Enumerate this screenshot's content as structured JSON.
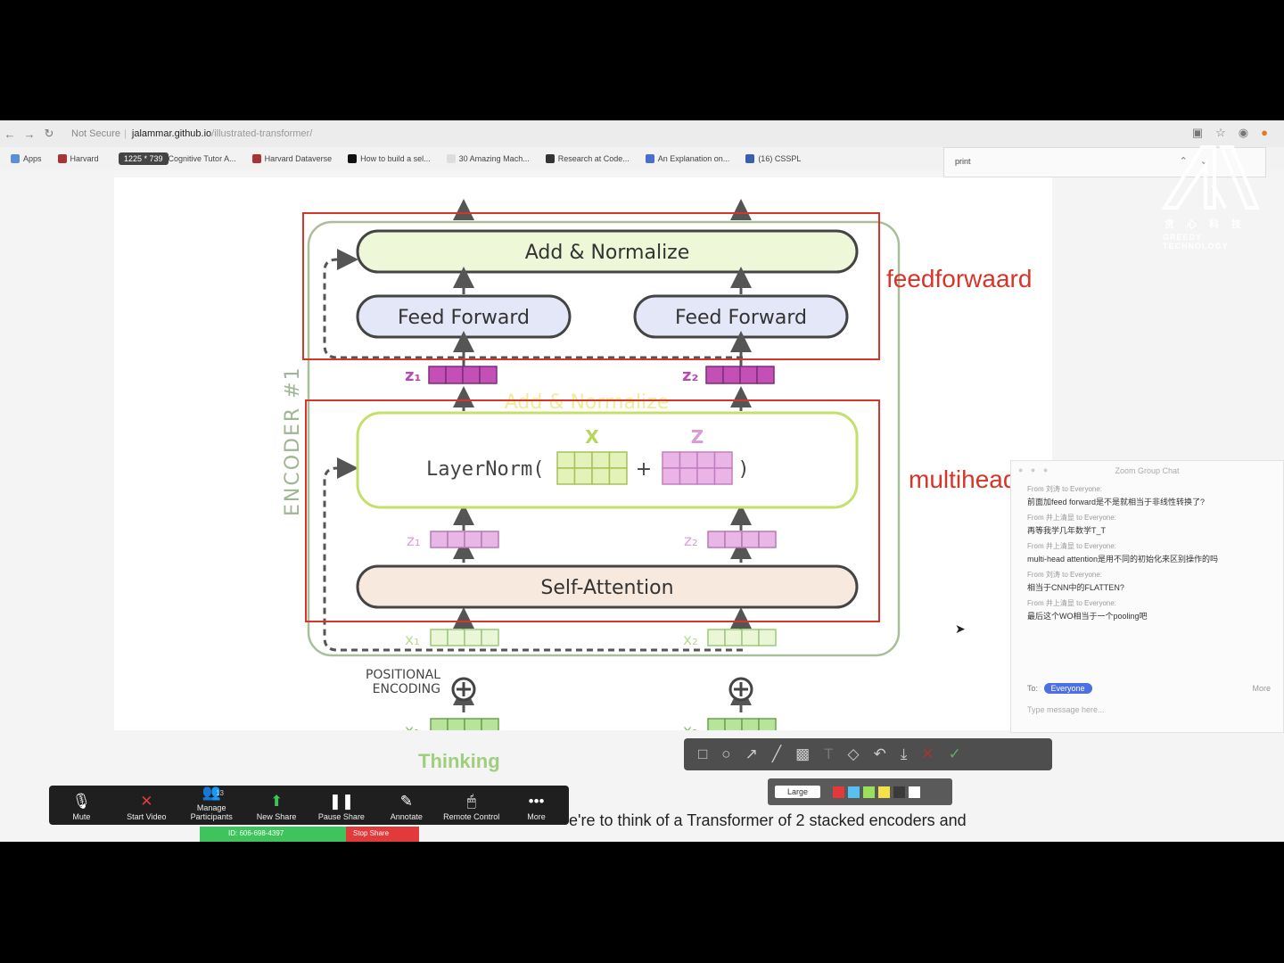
{
  "browser": {
    "security": "Not Secure",
    "host": "jalammar.github.io",
    "path": "/illustrated-transformer/",
    "dims_tooltip": "1225 * 739",
    "bookmarks": [
      "Apps",
      "Harvard",
      "Cognitive Tutor A...",
      "Harvard Dataverse",
      "How to build a sel...",
      "30 Amazing Mach...",
      "Research at Code...",
      "An Explanation on...",
      "(16) CSSPL"
    ],
    "find_text": "print"
  },
  "diagram": {
    "encoder_label": "ENCODER #1",
    "add_normalize_top": "Add & Normalize",
    "feed_forward_1": "Feed Forward",
    "feed_forward_2": "Feed Forward",
    "add_normalize_faded": "Add & Normalize",
    "layernorm": "LayerNorm(",
    "layernorm_close": ")",
    "plus": "+",
    "x_label": "X",
    "z_label": "Z",
    "self_attention": "Self-Attention",
    "z1": "z₁",
    "z2": "z₂",
    "x1": "x₁",
    "x2": "x₂",
    "positional_1": "POSITIONAL",
    "positional_2": "ENCODING",
    "annotation_feedforward": "feedforwaard",
    "annotation_multihead": "multihead",
    "thinking": "Thinking"
  },
  "logo": {
    "cn": "贪心科技",
    "en": "GREEDY TECHNOLOGY"
  },
  "chat": {
    "title": "Zoom Group Chat",
    "messages": [
      {
        "from": "From 刘涛 to Everyone:",
        "text": "前面加feed forward是不是就相当于非线性转换了?"
      },
      {
        "from": "From 井上清显 to Everyone:",
        "text": "再等我学几年数学T_T"
      },
      {
        "from": "From 井上清显 to Everyone:",
        "text": "multi-head attention是用不同的初始化来区别操作的吗"
      },
      {
        "from": "From 刘涛 to Everyone:",
        "text": "相当于CNN中的FLATTEN?"
      },
      {
        "from": "From 井上清显 to Everyone:",
        "text": "最后这个WO相当于一个pooling吧"
      }
    ],
    "to_label": "To:",
    "to_value": "Everyone",
    "more": "More",
    "placeholder": "Type message here..."
  },
  "annot_palette": {
    "size": "Large",
    "colors": [
      "#e23a3a",
      "#58c0f0",
      "#9be05a",
      "#f5e04a",
      "#3a3a3a",
      "#ffffff"
    ]
  },
  "zoom": {
    "buttons": [
      "Mute",
      "Start Video",
      "Manage Participants",
      "New Share",
      "Pause Share",
      "Annotate",
      "Remote Control",
      "More"
    ],
    "participants_count": "13",
    "meeting_id": "ID: 606-698-4397",
    "stop_share": "Stop Share"
  },
  "page_text": "e're to think of a Transformer of 2 stacked encoders and"
}
